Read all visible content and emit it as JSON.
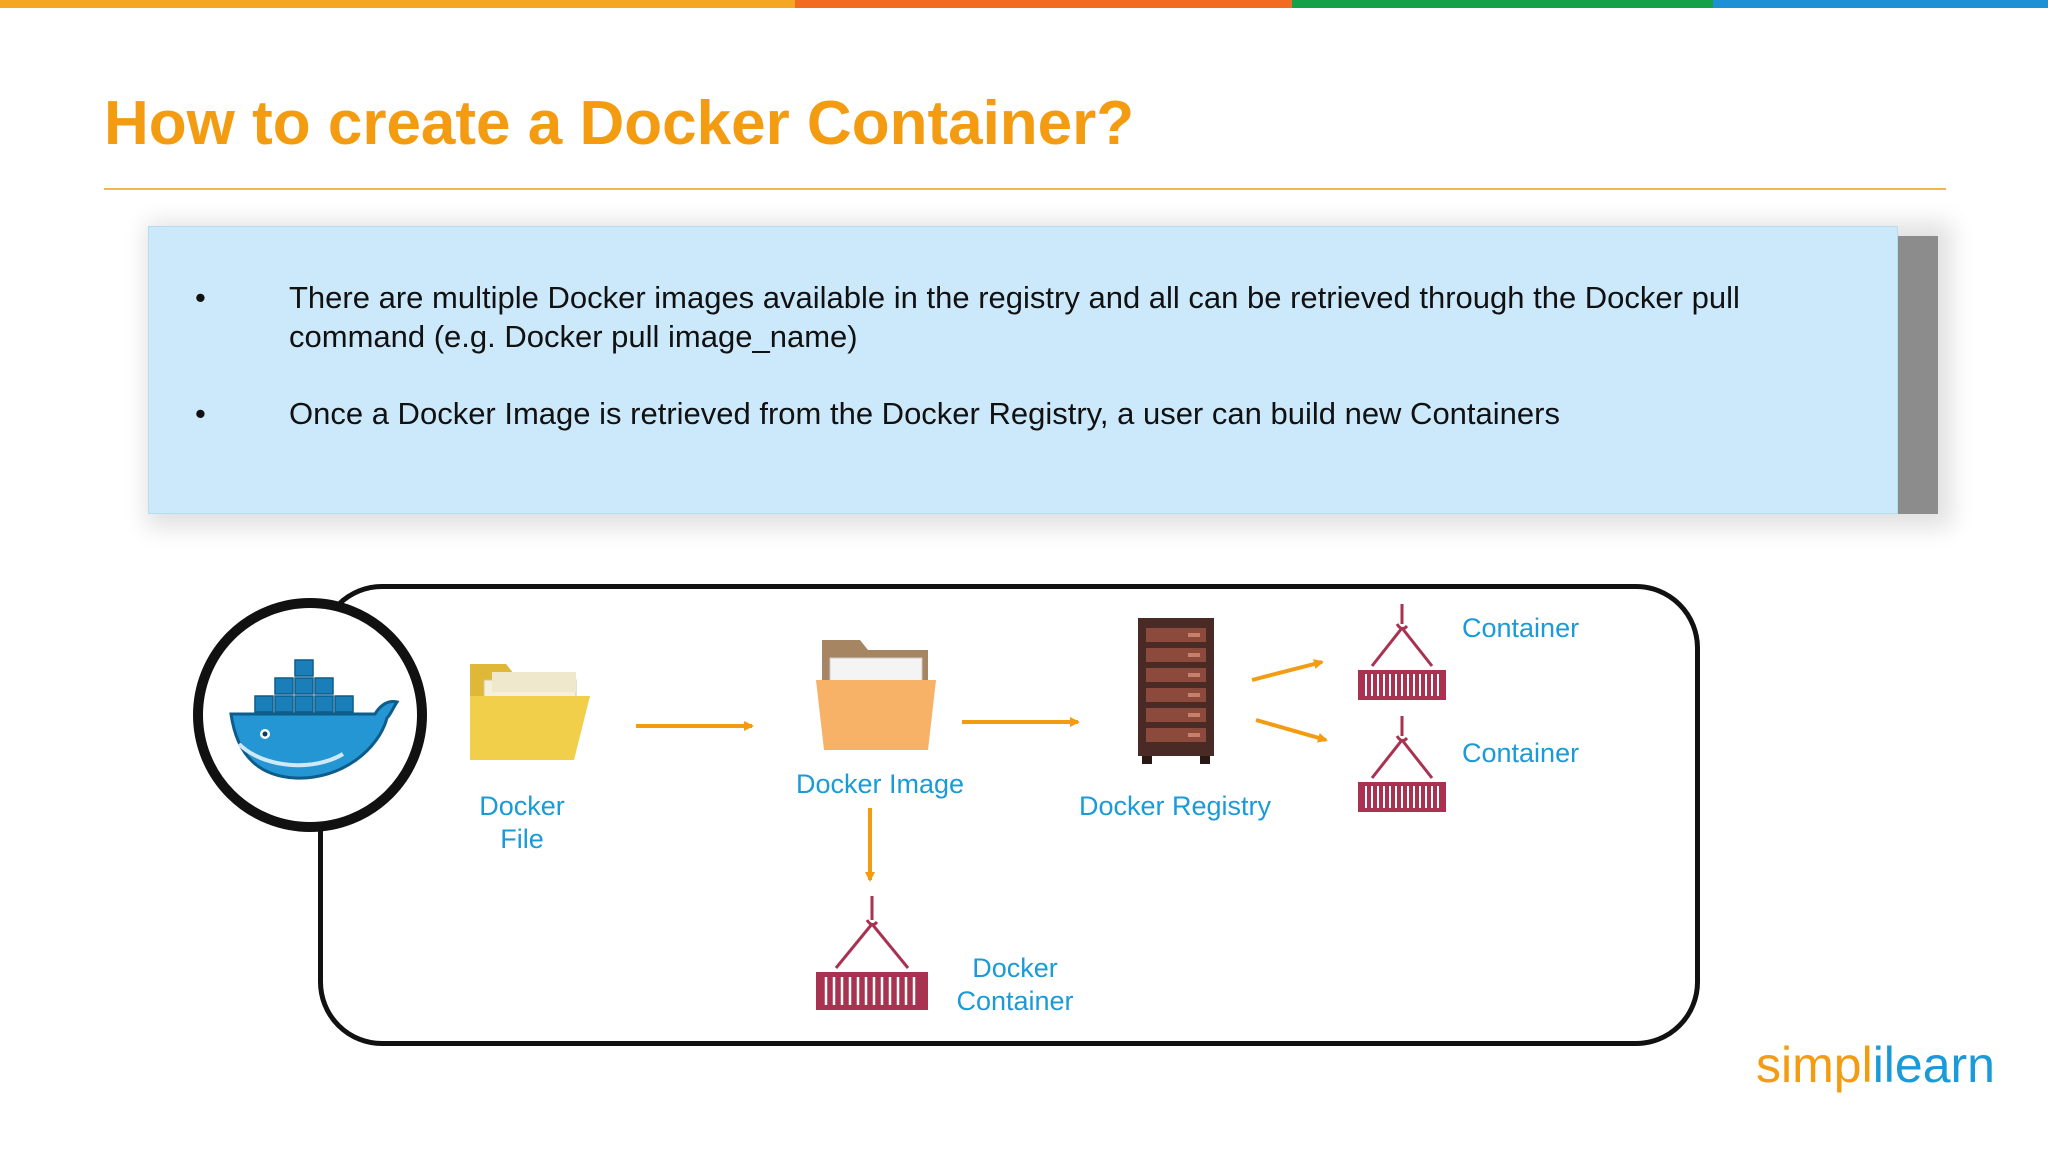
{
  "slide": {
    "title": "How to create a Docker Container?",
    "top_bar_colors": [
      "#f5a623",
      "#f26b21",
      "#17a04a",
      "#1e90d6"
    ]
  },
  "bullets": [
    "There are multiple Docker images available in the registry and all can be retrieved through the Docker pull command (e.g. Docker pull image_name)",
    "Once a Docker Image is retrieved from the Docker Registry, a user can build new Containers"
  ],
  "bullet_glyph": "•",
  "diagram": {
    "docker_file_label": "Docker\nFile",
    "docker_image_label": "Docker Image",
    "docker_registry_label": "Docker Registry",
    "container_1_label": "Container",
    "container_2_label": "Container",
    "docker_container_label": "Docker\nContainer"
  },
  "colors": {
    "title": "#f39c12",
    "label": "#1a9bd7",
    "arrow": "#f39c12",
    "container": "#a8324f",
    "panel": "#cce9fb"
  },
  "brand": {
    "part1": "simpl",
    "part2": "i",
    "part3": "learn"
  }
}
